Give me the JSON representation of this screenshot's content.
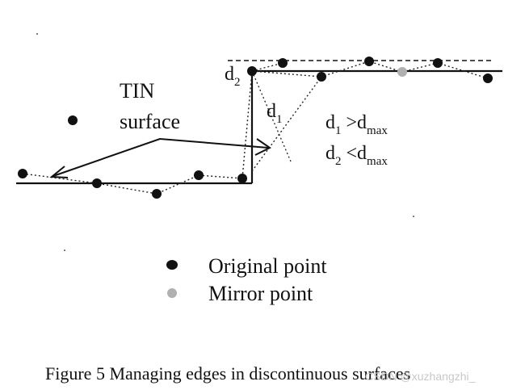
{
  "labels": {
    "tin": "TIN",
    "surface": "surface",
    "d2_main": "d",
    "d2_sub": "2",
    "d1_main": "d",
    "d1_sub": "1",
    "cond1_d": "d",
    "cond1_sub": "1",
    "cond1_op": " >d",
    "cond1_max": "max",
    "cond2_d": "d",
    "cond2_sub": "2",
    "cond2_op": " <d",
    "cond2_max": "max"
  },
  "legend": {
    "original": "Original point",
    "mirror": "Mirror point"
  },
  "caption": "Figure 5 Managing edges in discontinuous surfaces",
  "watermark": "CSDN @xuzhangzhi_",
  "colors": {
    "ink": "#111111",
    "mirror_point": "#b0b0b0",
    "watermark": "#c8c8c8"
  }
}
